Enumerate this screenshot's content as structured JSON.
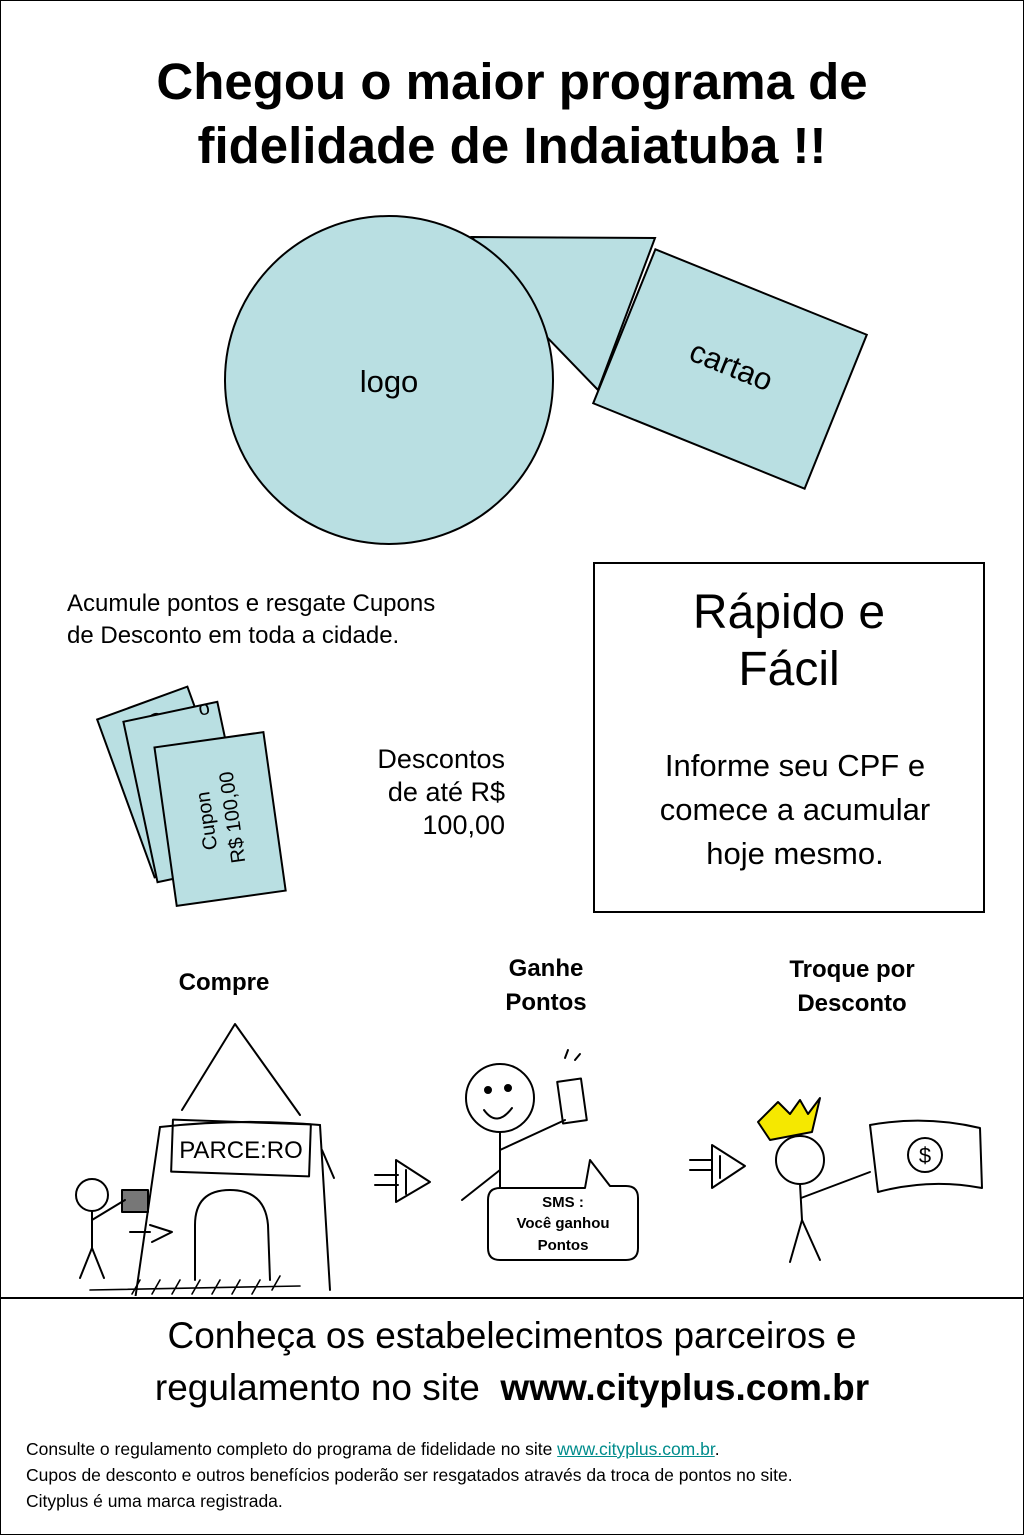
{
  "title": {
    "line1": "Chegou o maior programa de",
    "line2": "fidelidade de Indaiatuba !!"
  },
  "graphic": {
    "logo_label": "logo",
    "card_label": "cartao",
    "fill_color": "#b9dfe2"
  },
  "accumulate_text": {
    "line1": "Acumule pontos e resgate Cupons",
    "line2": "de Desconto em toda a cidade."
  },
  "coupons": {
    "front_line1": "Cupon",
    "front_line2": "R$ 100,00"
  },
  "discounts_text": {
    "line1": "Descontos",
    "line2": "de até R$",
    "line3": "100,00"
  },
  "quick_box": {
    "title_line1": "Rápido e",
    "title_line2": "Fácil",
    "text_line1": "Informe seu CPF e",
    "text_line2": "comece a acumular",
    "text_line3": "hoje mesmo."
  },
  "steps": {
    "buy": "Compre",
    "earn_line1": "Ganhe",
    "earn_line2": "Pontos",
    "exchange_line1": "Troque por",
    "exchange_line2": "Desconto"
  },
  "illustration": {
    "store_sign": "PARCE:RO",
    "sms_line1": "SMS :",
    "sms_line2": "Você ganhou",
    "sms_line3": "Pontos",
    "crown_color": "#f5e800"
  },
  "footer": {
    "line1": "Conheça os estabelecimentos parceiros e",
    "line2_prefix": "regulamento no site",
    "line2_url": "www.cityplus.com.br",
    "fine1_prefix": "Consulte o regulamento completo do programa de fidelidade no site ",
    "fine1_link": "www.cityplus.com.br",
    "fine1_suffix": ".",
    "fine2": "Cupos de desconto e outros benefícios poderão ser resgatados através da troca de pontos no site.",
    "fine3": "Cityplus é uma marca registrada.",
    "link_color": "#008c8c"
  }
}
